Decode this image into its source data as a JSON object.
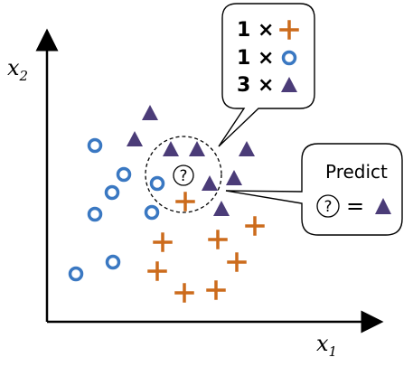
{
  "axes": {
    "x_label": "x",
    "x_sub": "1",
    "y_label": "x",
    "y_sub": "2"
  },
  "neighbors_bubble": {
    "rows": [
      {
        "count": "1 ×",
        "marker": "plus-icon"
      },
      {
        "count": "1 ×",
        "marker": "circle-icon"
      },
      {
        "count": "3 ×",
        "marker": "triangle-icon"
      }
    ]
  },
  "predict_bubble": {
    "title": "Predict",
    "query_symbol": "?",
    "equals": "=",
    "result_marker": "triangle-icon"
  },
  "query_symbol": "?",
  "colors": {
    "circle": "#3a78c2",
    "plus": "#cc6b1c",
    "triangle": "#4b3c78",
    "axis": "#000000"
  }
}
